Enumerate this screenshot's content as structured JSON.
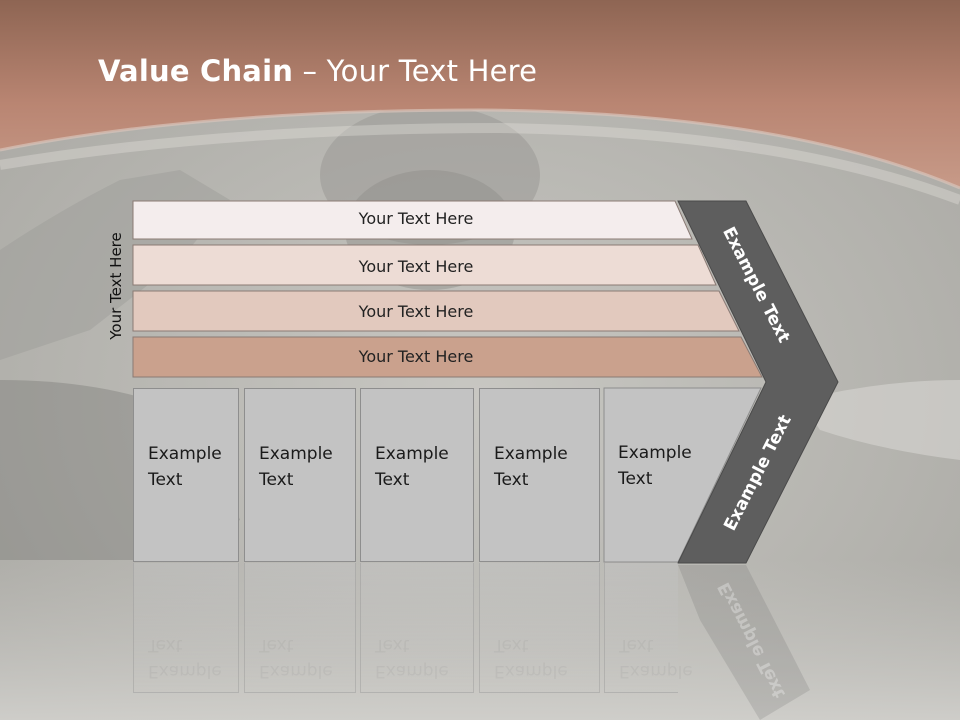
{
  "slide": {
    "title_bold": "Value Chain",
    "title_rest": " – Your Text Here",
    "side_label": "Your Text Here"
  },
  "rows": [
    {
      "label": "Your Text Here",
      "fill": "#f4eded"
    },
    {
      "label": "Your Text Here",
      "fill": "#eddcd5"
    },
    {
      "label": "Your Text Here",
      "fill": "#e2c9be"
    },
    {
      "label": "Your Text Here",
      "fill": "#caa18d"
    }
  ],
  "columns": [
    {
      "line1": "Example",
      "line2": "Text"
    },
    {
      "line1": "Example",
      "line2": "Text"
    },
    {
      "line1": "Example",
      "line2": "Text"
    },
    {
      "line1": "Example",
      "line2": "Text"
    },
    {
      "line1": "Example",
      "line2": "Text"
    }
  ],
  "chevron": {
    "upper_label": "Example Text",
    "lower_label": "Example Text",
    "fill": "#5e5e5e"
  },
  "colors": {
    "header_band": "#b07c67",
    "background": "#b9b8b3"
  }
}
